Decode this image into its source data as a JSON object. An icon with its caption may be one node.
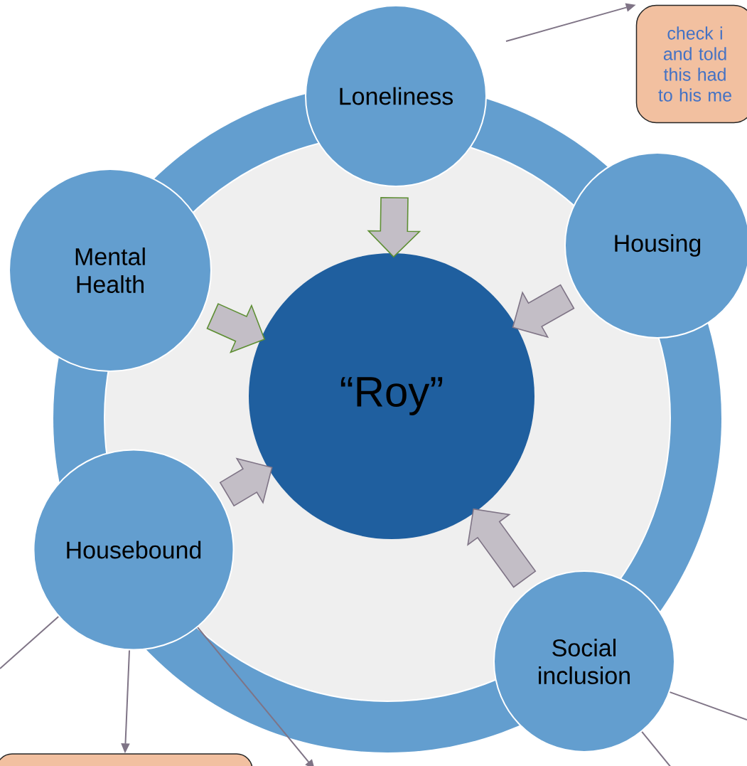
{
  "diagram": {
    "nodes": [
      {
        "text": [
          "“Roy”"
        ]
      },
      {
        "text": [
          "Loneliness"
        ]
      },
      {
        "text": [
          "Housing"
        ]
      },
      {
        "text": [
          "Social inclusion"
        ]
      },
      {
        "text": [
          "Housebound"
        ]
      },
      {
        "text": [
          "Mental Health"
        ]
      },
      {
        "text": [
          "check i and told this had to his me"
        ]
      },
      {
        "text": [],
        "shape": "box"
      }
    ],
    "edges": [
      {
        "from": 1,
        "to": 0,
        "arrow": "to",
        "style": "thick",
        "color": "#5e8f34"
      },
      {
        "from": 2,
        "to": 0,
        "arrow": "to",
        "style": "thick"
      },
      {
        "from": 3,
        "to": 0,
        "arrow": "to",
        "style": "thick"
      },
      {
        "from": 4,
        "to": 0,
        "arrow": "to",
        "style": "thick"
      },
      {
        "from": 5,
        "to": 0,
        "arrow": "to",
        "style": "thick",
        "color": "#5e8f34"
      },
      {
        "from": null,
        "to": 6,
        "arrow": "to"
      },
      {
        "from": 4,
        "to": 7,
        "arrow": "to"
      },
      {
        "from": 4,
        "to": null,
        "arrow": "to"
      },
      {
        "from": 4,
        "to": null,
        "arrow": "none"
      },
      {
        "from": 3,
        "to": null,
        "arrow": "none"
      },
      {
        "from": 3,
        "to": null,
        "arrow": "none"
      }
    ]
  }
}
